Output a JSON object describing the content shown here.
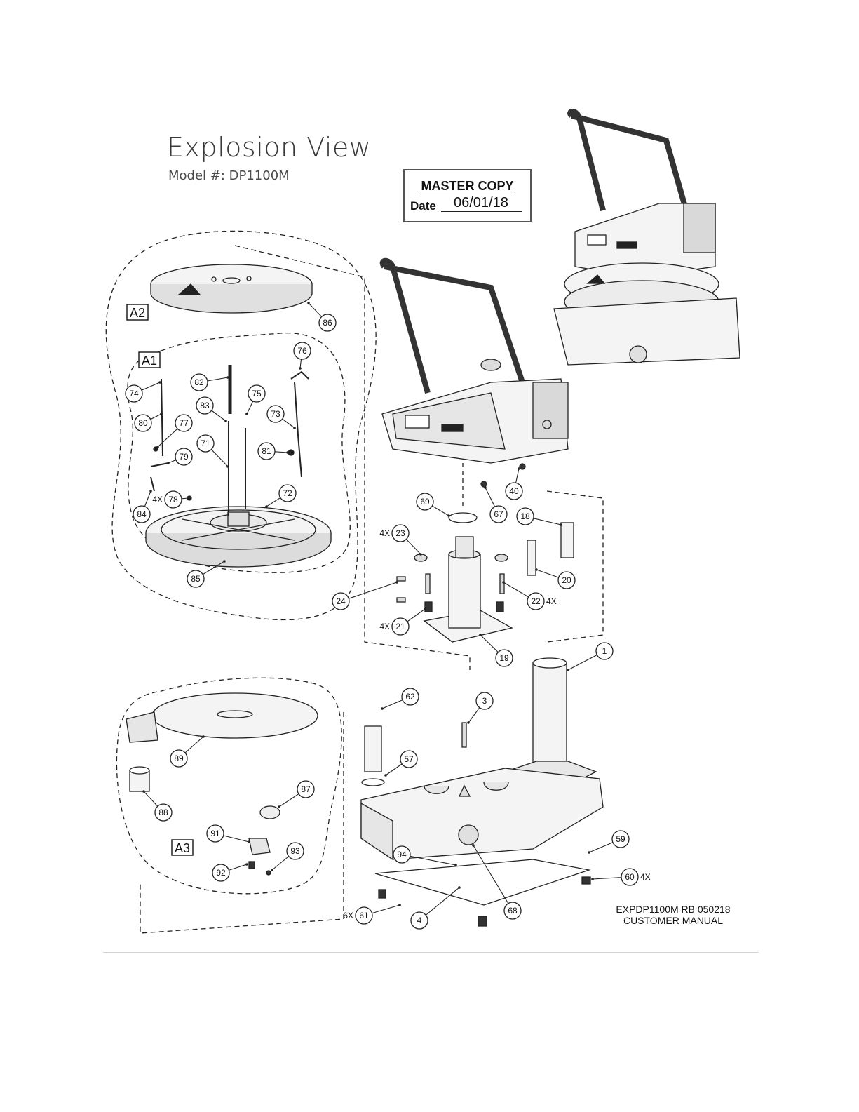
{
  "header": {
    "title": "Explosion View",
    "model": "Model #: DP1100M"
  },
  "stamp": {
    "heading": "MASTER COPY",
    "date_label": "Date",
    "date_value": "06/01/18"
  },
  "groups": [
    {
      "id": "A1",
      "label": "A1"
    },
    {
      "id": "A2",
      "label": "A2"
    },
    {
      "id": "A3",
      "label": "A3"
    }
  ],
  "callouts": [
    {
      "num": "86"
    },
    {
      "num": "76"
    },
    {
      "num": "82"
    },
    {
      "num": "74"
    },
    {
      "num": "75"
    },
    {
      "num": "83"
    },
    {
      "num": "73"
    },
    {
      "num": "80"
    },
    {
      "num": "77"
    },
    {
      "num": "71"
    },
    {
      "num": "81"
    },
    {
      "num": "79"
    },
    {
      "num": "78",
      "qty": "4X"
    },
    {
      "num": "72"
    },
    {
      "num": "84"
    },
    {
      "num": "85"
    },
    {
      "num": "40"
    },
    {
      "num": "69"
    },
    {
      "num": "67"
    },
    {
      "num": "18"
    },
    {
      "num": "23",
      "qty": "4X"
    },
    {
      "num": "20"
    },
    {
      "num": "24"
    },
    {
      "num": "22",
      "qty": "4X"
    },
    {
      "num": "21",
      "qty": "4X"
    },
    {
      "num": "19"
    },
    {
      "num": "1"
    },
    {
      "num": "62"
    },
    {
      "num": "3"
    },
    {
      "num": "89"
    },
    {
      "num": "57"
    },
    {
      "num": "87"
    },
    {
      "num": "88"
    },
    {
      "num": "91"
    },
    {
      "num": "59"
    },
    {
      "num": "93"
    },
    {
      "num": "94"
    },
    {
      "num": "92"
    },
    {
      "num": "60",
      "qty": "4X"
    },
    {
      "num": "68"
    },
    {
      "num": "61",
      "qty": "6X"
    },
    {
      "num": "4"
    }
  ],
  "footer": {
    "line1": "EXPDP1100M RB 050218",
    "line2": "CUSTOMER MANUAL"
  },
  "colors": {
    "line": "#222222",
    "dash": "#333333",
    "part_fill": "#f4f4f4",
    "part_shade": "#d9d9d9"
  }
}
